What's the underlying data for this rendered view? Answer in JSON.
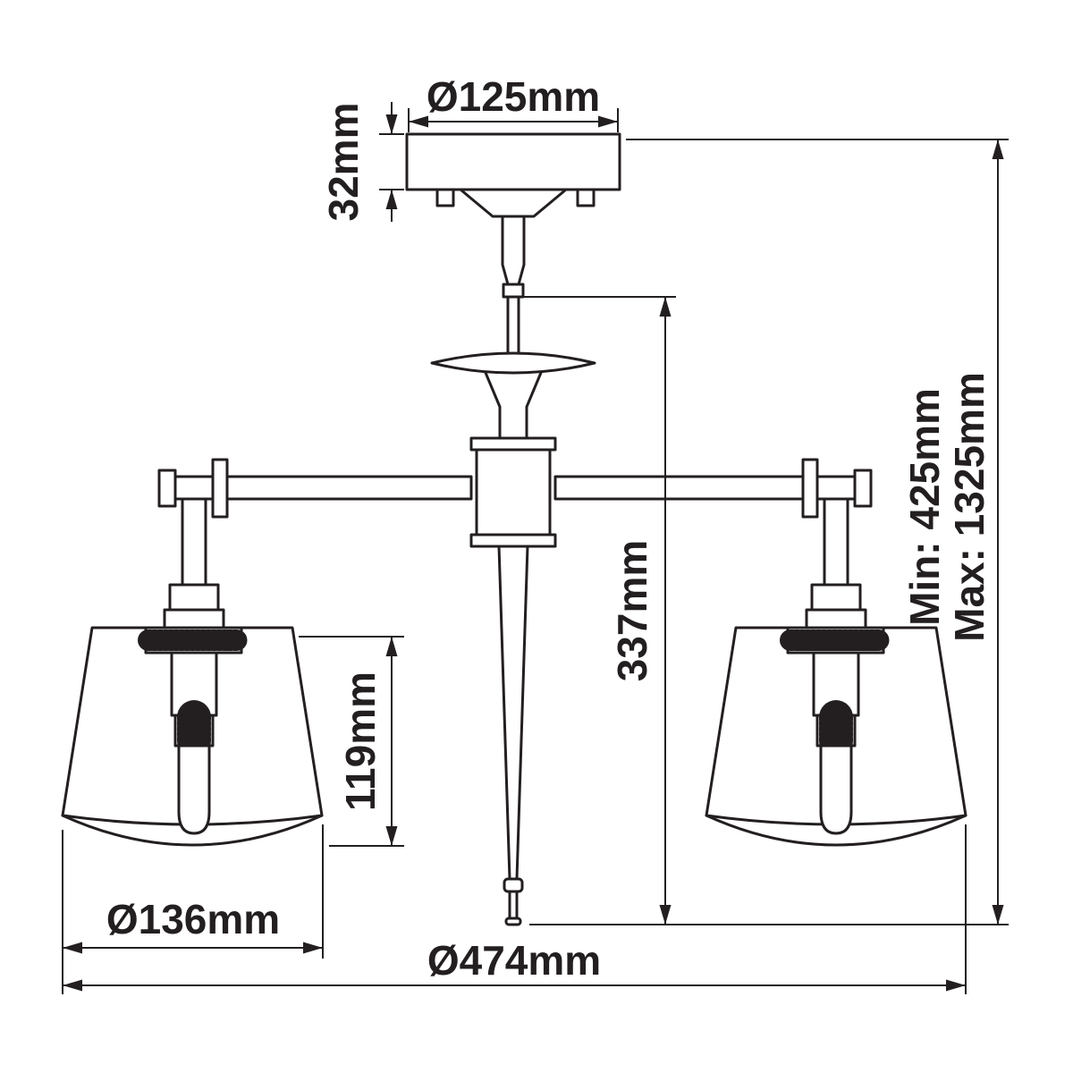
{
  "diagram": {
    "colors": {
      "line": "#231f20",
      "background": "#ffffff"
    },
    "labels": {
      "canopy_diameter": "Ø125mm",
      "canopy_height": "32mm",
      "min_height": "Min: 425mm",
      "max_height": "Max: 1325mm",
      "body_height": "337mm",
      "shade_height": "119mm",
      "shade_diameter": "Ø136mm",
      "overall_diameter": "Ø474mm"
    }
  }
}
